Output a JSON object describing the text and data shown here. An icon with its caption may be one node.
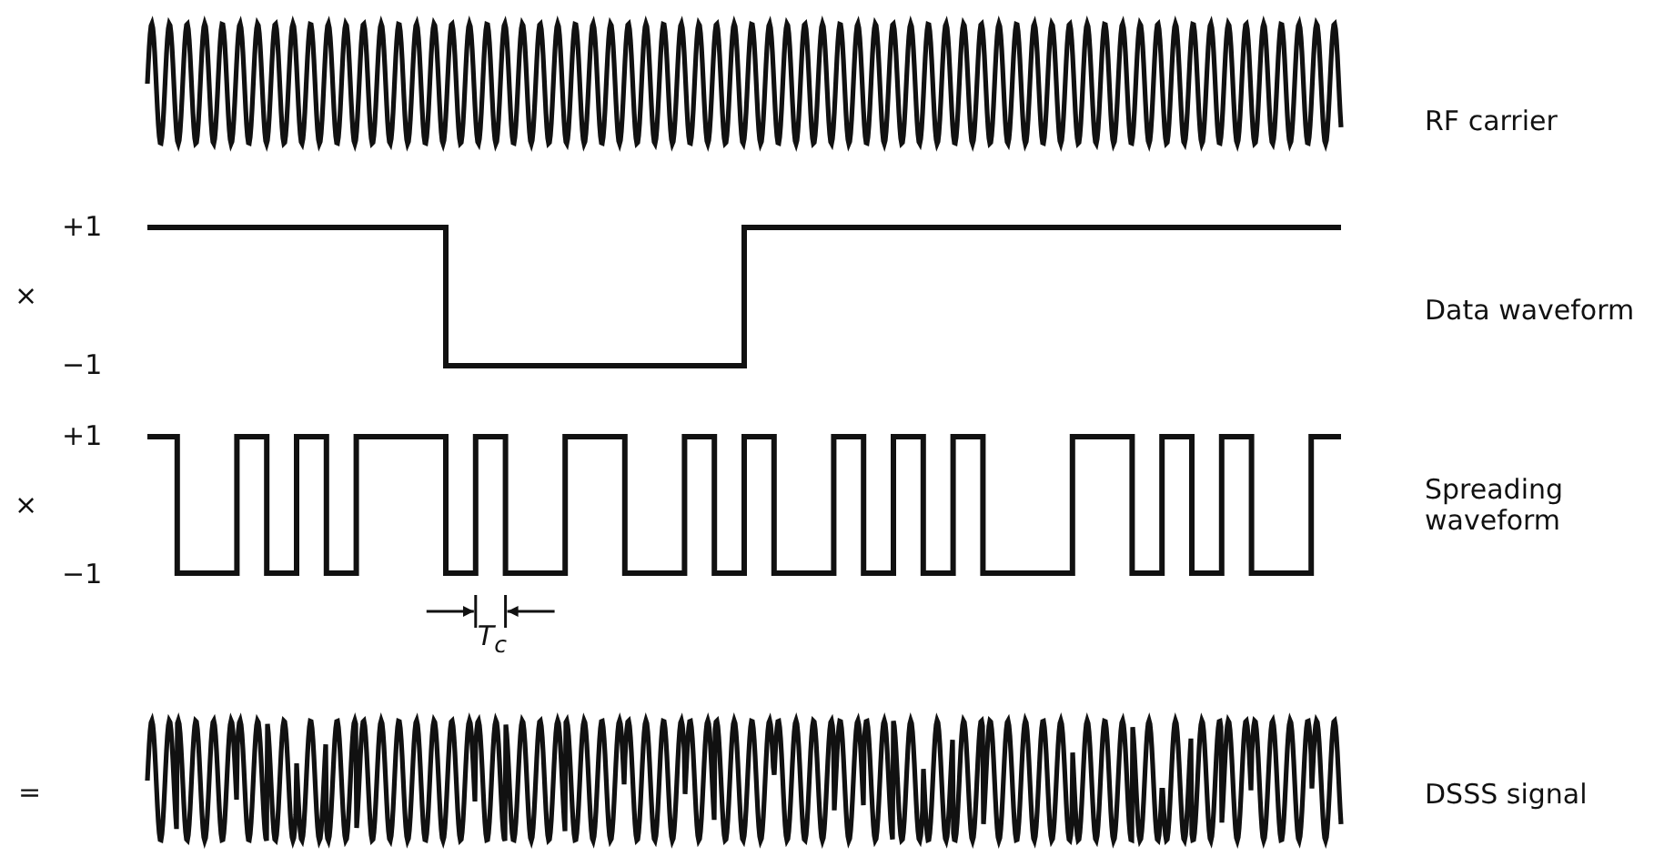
{
  "diagram": {
    "labels": [
      "RF carrier",
      "+1",
      "×",
      "Data waveform",
      "−1",
      "+1",
      "×",
      "Spreading waveform",
      "−1",
      "T$_{c}$",
      "=",
      "DSSS signal"
    ]
  }
}
